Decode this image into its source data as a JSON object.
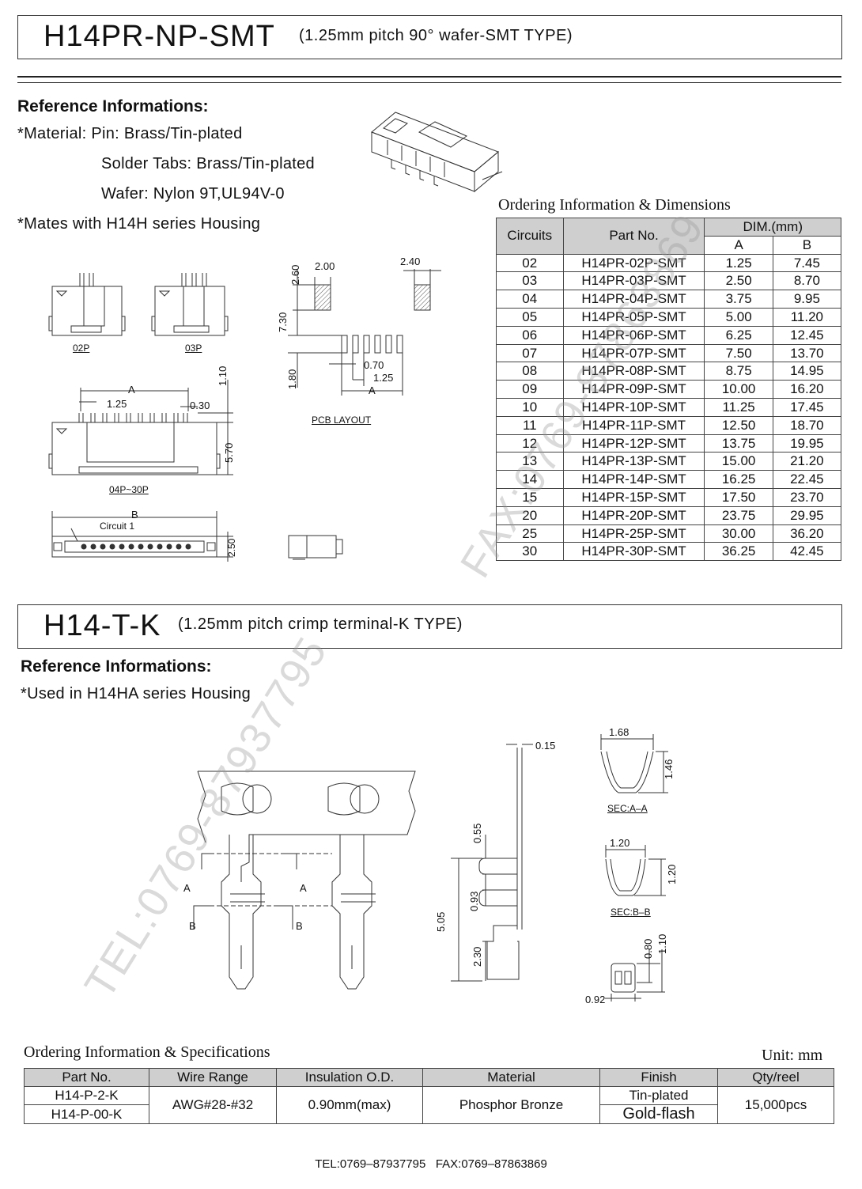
{
  "section1": {
    "title": "H14PR-NP-SMT",
    "subtitle": "(1.25mm pitch 90° wafer-SMT TYPE)",
    "ref_heading": "Reference Informations:",
    "lines": [
      "*Material: Pin: Brass/Tin-plated",
      "Solder Tabs: Brass/Tin-plated",
      "Wafer: Nylon 9T,UL94V-0",
      "*Mates with H14H series Housing"
    ],
    "drawing_labels": {
      "p02": "02P",
      "p03": "03P",
      "p04_30": "04P~30P",
      "pcb_layout": "PCB LAYOUT",
      "circuit1": "Circuit 1",
      "dim_a": "A",
      "dim_b": "B",
      "d125": "1.25",
      "d030": "0.30",
      "d110": "1.10",
      "d570": "5.70",
      "d250": "2.50",
      "d260": "2.60",
      "d200": "2.00",
      "d240": "2.40",
      "d730": "7.30",
      "d180": "1.80",
      "d070": "0.70",
      "d125b": "1.25"
    }
  },
  "ordering": {
    "caption": "Ordering Information & Dimensions",
    "headers": {
      "circuits": "Circuits",
      "part_no": "Part No.",
      "dim": "DIM.(mm)",
      "a": "A",
      "b": "B"
    },
    "rows": [
      [
        "02",
        "H14PR-02P-SMT",
        "1.25",
        "7.45"
      ],
      [
        "03",
        "H14PR-03P-SMT",
        "2.50",
        "8.70"
      ],
      [
        "04",
        "H14PR-04P-SMT",
        "3.75",
        "9.95"
      ],
      [
        "05",
        "H14PR-05P-SMT",
        "5.00",
        "11.20"
      ],
      [
        "06",
        "H14PR-06P-SMT",
        "6.25",
        "12.45"
      ],
      [
        "07",
        "H14PR-07P-SMT",
        "7.50",
        "13.70"
      ],
      [
        "08",
        "H14PR-08P-SMT",
        "8.75",
        "14.95"
      ],
      [
        "09",
        "H14PR-09P-SMT",
        "10.00",
        "16.20"
      ],
      [
        "10",
        "H14PR-10P-SMT",
        "11.25",
        "17.45"
      ],
      [
        "11",
        "H14PR-11P-SMT",
        "12.50",
        "18.70"
      ],
      [
        "12",
        "H14PR-12P-SMT",
        "13.75",
        "19.95"
      ],
      [
        "13",
        "H14PR-13P-SMT",
        "15.00",
        "21.20"
      ],
      [
        "14",
        "H14PR-14P-SMT",
        "16.25",
        "22.45"
      ],
      [
        "15",
        "H14PR-15P-SMT",
        "17.50",
        "23.70"
      ],
      [
        "20",
        "H14PR-20P-SMT",
        "23.75",
        "29.95"
      ],
      [
        "25",
        "H14PR-25P-SMT",
        "30.00",
        "36.20"
      ],
      [
        "30",
        "H14PR-30P-SMT",
        "36.25",
        "42.45"
      ]
    ]
  },
  "section2": {
    "title": "H14-T-K",
    "subtitle": "(1.25mm pitch crimp terminal-K TYPE)",
    "ref_heading": "Reference Informations:",
    "lines": [
      "*Used in H14HA series Housing"
    ],
    "drawing_labels": {
      "a": "A",
      "b": "B",
      "d015": "0.15",
      "d055": "0.55",
      "d093": "0.93",
      "d505": "5.05",
      "d230": "2.30",
      "d168": "1.68",
      "d146": "1.46",
      "sec_aa": "SEC:A–A",
      "d120w": "1.20",
      "d120h": "1.20",
      "sec_bb": "SEC:B–B",
      "d080": "0.80",
      "d110": "1.10",
      "d092": "0.92"
    }
  },
  "specs": {
    "caption": "Ordering Information & Specifications",
    "unit": "Unit: mm",
    "headers": [
      "Part No.",
      "Wire Range",
      "Insulation O.D.",
      "Material",
      "Finish",
      "Qty/reel"
    ],
    "part1": "H14-P-2-K",
    "part2": "H14-P-00-K",
    "wire_range": "AWG#28-#32",
    "insulation": "0.90mm(max)",
    "material": "Phosphor Bronze",
    "finish1": "Tin-plated",
    "finish2": "Gold-flash",
    "qty": "15,000pcs"
  },
  "footer": "TEL:0769–87937795   FAX:0769–87863869",
  "watermarks": {
    "tel": "TEL:0769-87937795",
    "fax": "FAX:0769-87863869"
  }
}
